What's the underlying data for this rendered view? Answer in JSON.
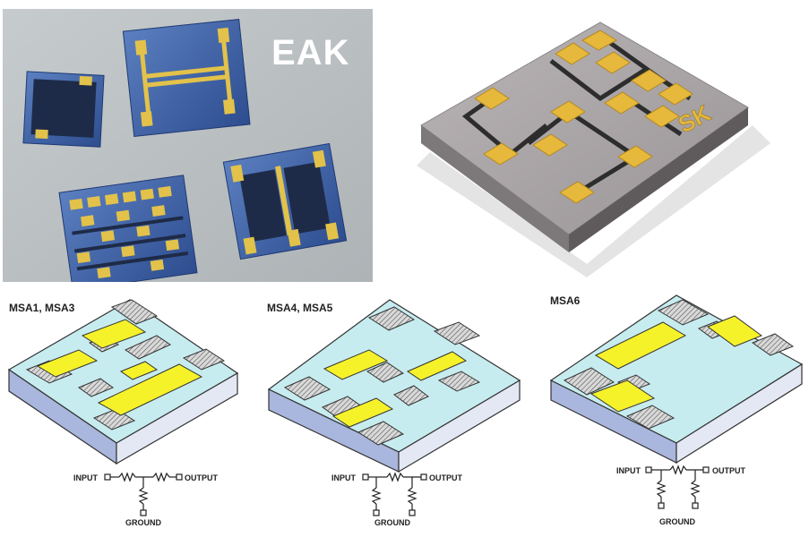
{
  "photo_left": {
    "watermark": "EAK",
    "colors": {
      "background": "#b9bec0",
      "chip": "#3f63a6",
      "pad": "#e2c24a",
      "film": "#22314f"
    }
  },
  "photo_right": {
    "logo": "SK",
    "colors": {
      "substrate_top": "#a9a4a6",
      "substrate_side": "#7f7b7d",
      "pad": "#e6b83c",
      "trace": "#2e2e2e"
    }
  },
  "diagrams": [
    {
      "title": "MSA1, MSA3",
      "input": "INPUT",
      "output": "OUTPUT",
      "ground": "GROUND"
    },
    {
      "title": "MSA4, MSA5",
      "input": "INPUT",
      "output": "OUTPUT",
      "ground": "GROUND"
    },
    {
      "title": "MSA6",
      "input": "INPUT",
      "output": "OUTPUT",
      "ground": "GROUND"
    }
  ],
  "diagram_colors": {
    "top": "#c7ecef",
    "front": "#a9b6dd",
    "side": "#e3e8f4",
    "resistor": "#f6f22a",
    "pad": "#9a9a9a"
  }
}
